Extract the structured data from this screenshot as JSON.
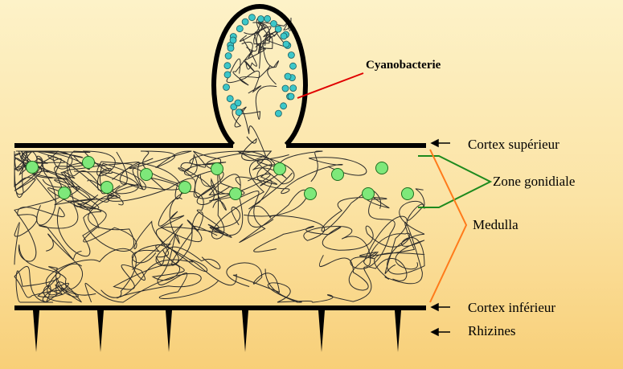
{
  "labels": {
    "cyanobacterie": "Cyanobacterie",
    "cortex_superieur": "Cortex supérieur",
    "zone_gonidiale": "Zone gonidiale",
    "medulla": "Medulla",
    "cortex_inferieur": "Cortex inférieur",
    "rhizines": "Rhizines"
  },
  "colors": {
    "cyanobacteria": "#3cc7c9",
    "algae": "#7ee87a",
    "hyphae": "#2b2b2b",
    "cortex": "#000000",
    "cyano_pointer": "#e00000",
    "zone_gonidiale_bracket": "#1d8a1d",
    "medulla_bracket": "#ff7a1a"
  }
}
